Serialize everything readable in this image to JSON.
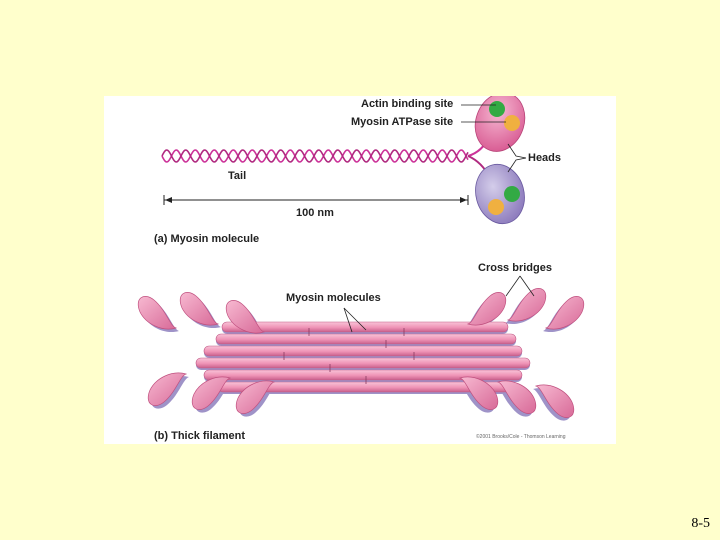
{
  "figure": {
    "part_a": {
      "caption": "(a) Myosin molecule",
      "labels": {
        "actin_binding_site": "Actin binding site",
        "myosin_atpase_site": "Myosin ATPase site",
        "heads": "Heads",
        "tail": "Tail",
        "scale": "100 nm"
      }
    },
    "part_b": {
      "caption": "(b) Thick filament",
      "labels": {
        "cross_bridges": "Cross bridges",
        "myosin_molecules": "Myosin molecules"
      }
    },
    "copyright": "©2001 Brooks/Cole - Thomson Learning"
  },
  "slide": {
    "number": "8-5"
  },
  "colors": {
    "background": "#ffffcc",
    "tail": "#cc3399",
    "head_pink": "#e87aa8",
    "head_purple": "#9f8fc8",
    "actin_site": "#33aa44",
    "atpase_site": "#f0b040",
    "filament_pink": "#f2a0bc",
    "filament_shadow": "#9f93c8"
  }
}
